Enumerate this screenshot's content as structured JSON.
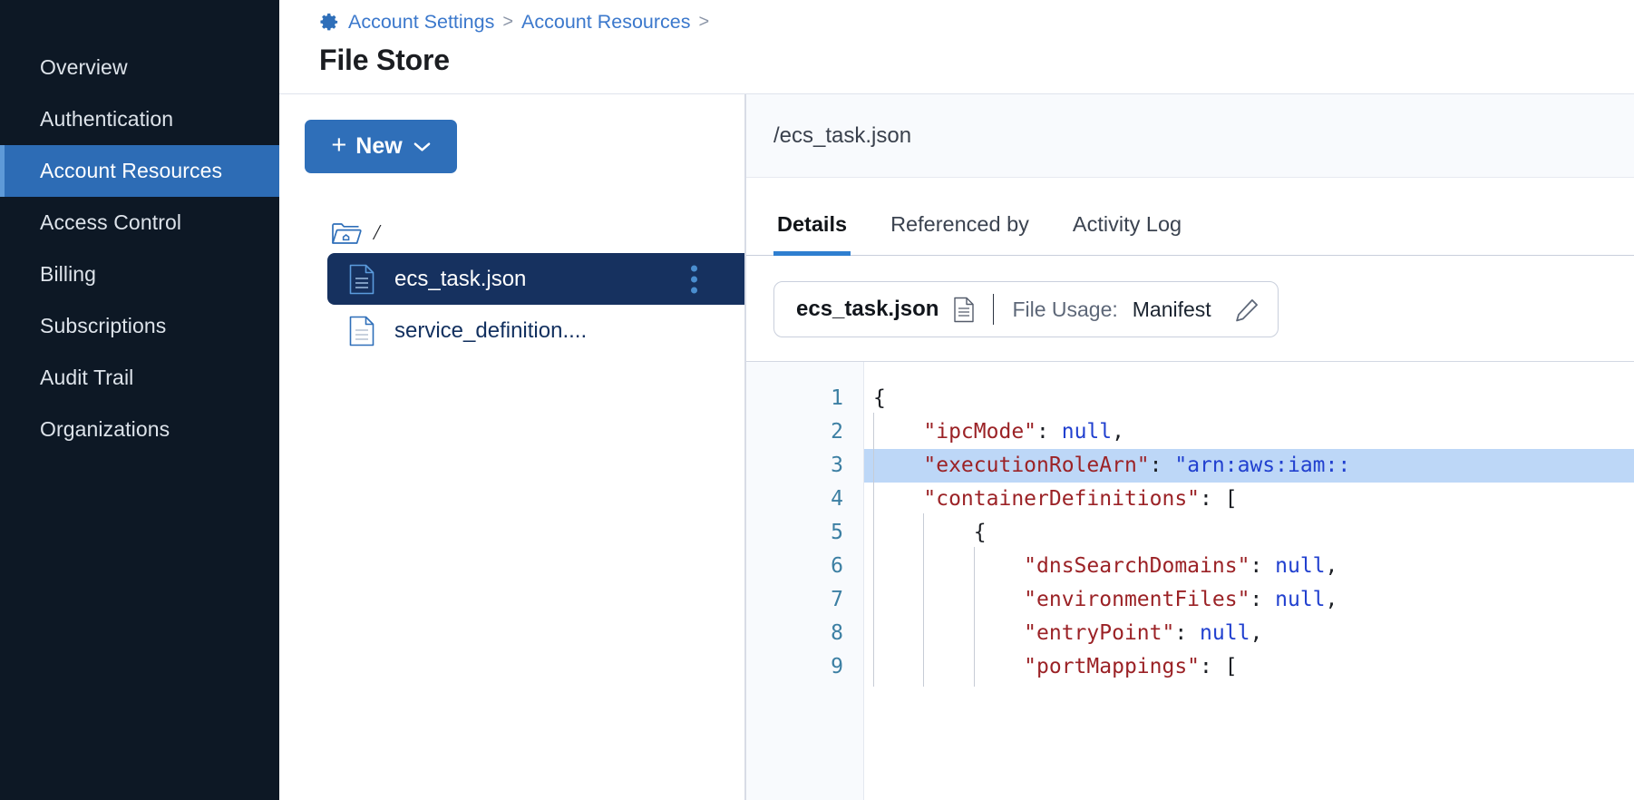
{
  "sidebar": {
    "items": [
      {
        "label": "Overview",
        "active": false
      },
      {
        "label": "Authentication",
        "active": false
      },
      {
        "label": "Account Resources",
        "active": true
      },
      {
        "label": "Access Control",
        "active": false
      },
      {
        "label": "Billing",
        "active": false
      },
      {
        "label": "Subscriptions",
        "active": false
      },
      {
        "label": "Audit Trail",
        "active": false
      },
      {
        "label": "Organizations",
        "active": false
      }
    ]
  },
  "header": {
    "gear_icon": "gear-icon",
    "breadcrumb": [
      {
        "label": "Account Settings",
        "link": true
      },
      {
        "label": ">",
        "link": false
      },
      {
        "label": "Account Resources",
        "link": true
      },
      {
        "label": ">",
        "link": false
      }
    ],
    "title": "File Store"
  },
  "tree_panel": {
    "new_button": {
      "plus": "+",
      "label": "New",
      "chevron": "chevron-down-icon"
    },
    "root": {
      "icon": "folder-home-icon",
      "label": "/"
    },
    "files": [
      {
        "name": "ecs_task.json",
        "selected": true,
        "menu": "kebab-menu-icon"
      },
      {
        "name": "service_definition....",
        "selected": false
      }
    ]
  },
  "detail_panel": {
    "path": "/ecs_task.json",
    "tabs": [
      {
        "label": "Details",
        "active": true
      },
      {
        "label": "Referenced by",
        "active": false
      },
      {
        "label": "Activity Log",
        "active": false
      }
    ],
    "usage_chip": {
      "file_name": "ecs_task.json",
      "file_icon": "document-icon",
      "label": "File Usage:",
      "value": "Manifest",
      "edit_icon": "pencil-icon"
    }
  },
  "colors": {
    "sidebar_bg": "#0d1825",
    "accent_blue": "#2f6fb9",
    "selected_file_bg": "#16315f",
    "highlight_line": "#bdd7f7",
    "json_key": "#9b2226",
    "json_value": "#2140cf"
  },
  "code": {
    "language": "json",
    "highlighted_line": 3,
    "lines": [
      {
        "n": 1,
        "indent": 0,
        "text": "{"
      },
      {
        "n": 2,
        "indent": 1,
        "parts": [
          {
            "t": "key",
            "v": "\"ipcMode\""
          },
          {
            "t": "punc",
            "v": ": "
          },
          {
            "t": "null",
            "v": "null"
          },
          {
            "t": "punc",
            "v": ","
          }
        ]
      },
      {
        "n": 3,
        "indent": 1,
        "parts": [
          {
            "t": "key",
            "v": "\"executionRoleArn\""
          },
          {
            "t": "punc",
            "v": ": "
          },
          {
            "t": "str",
            "v": "\"arn:aws:iam::"
          }
        ]
      },
      {
        "n": 4,
        "indent": 1,
        "parts": [
          {
            "t": "key",
            "v": "\"containerDefinitions\""
          },
          {
            "t": "punc",
            "v": ": "
          },
          {
            "t": "brace",
            "v": "["
          }
        ]
      },
      {
        "n": 5,
        "indent": 2,
        "parts": [
          {
            "t": "brace",
            "v": "{"
          }
        ]
      },
      {
        "n": 6,
        "indent": 3,
        "parts": [
          {
            "t": "key",
            "v": "\"dnsSearchDomains\""
          },
          {
            "t": "punc",
            "v": ": "
          },
          {
            "t": "null",
            "v": "null"
          },
          {
            "t": "punc",
            "v": ","
          }
        ]
      },
      {
        "n": 7,
        "indent": 3,
        "parts": [
          {
            "t": "key",
            "v": "\"environmentFiles\""
          },
          {
            "t": "punc",
            "v": ": "
          },
          {
            "t": "null",
            "v": "null"
          },
          {
            "t": "punc",
            "v": ","
          }
        ]
      },
      {
        "n": 8,
        "indent": 3,
        "parts": [
          {
            "t": "key",
            "v": "\"entryPoint\""
          },
          {
            "t": "punc",
            "v": ": "
          },
          {
            "t": "null",
            "v": "null"
          },
          {
            "t": "punc",
            "v": ","
          }
        ]
      },
      {
        "n": 9,
        "indent": 3,
        "parts": [
          {
            "t": "key",
            "v": "\"portMappings\""
          },
          {
            "t": "punc",
            "v": ": "
          },
          {
            "t": "brace",
            "v": "["
          }
        ]
      }
    ]
  }
}
